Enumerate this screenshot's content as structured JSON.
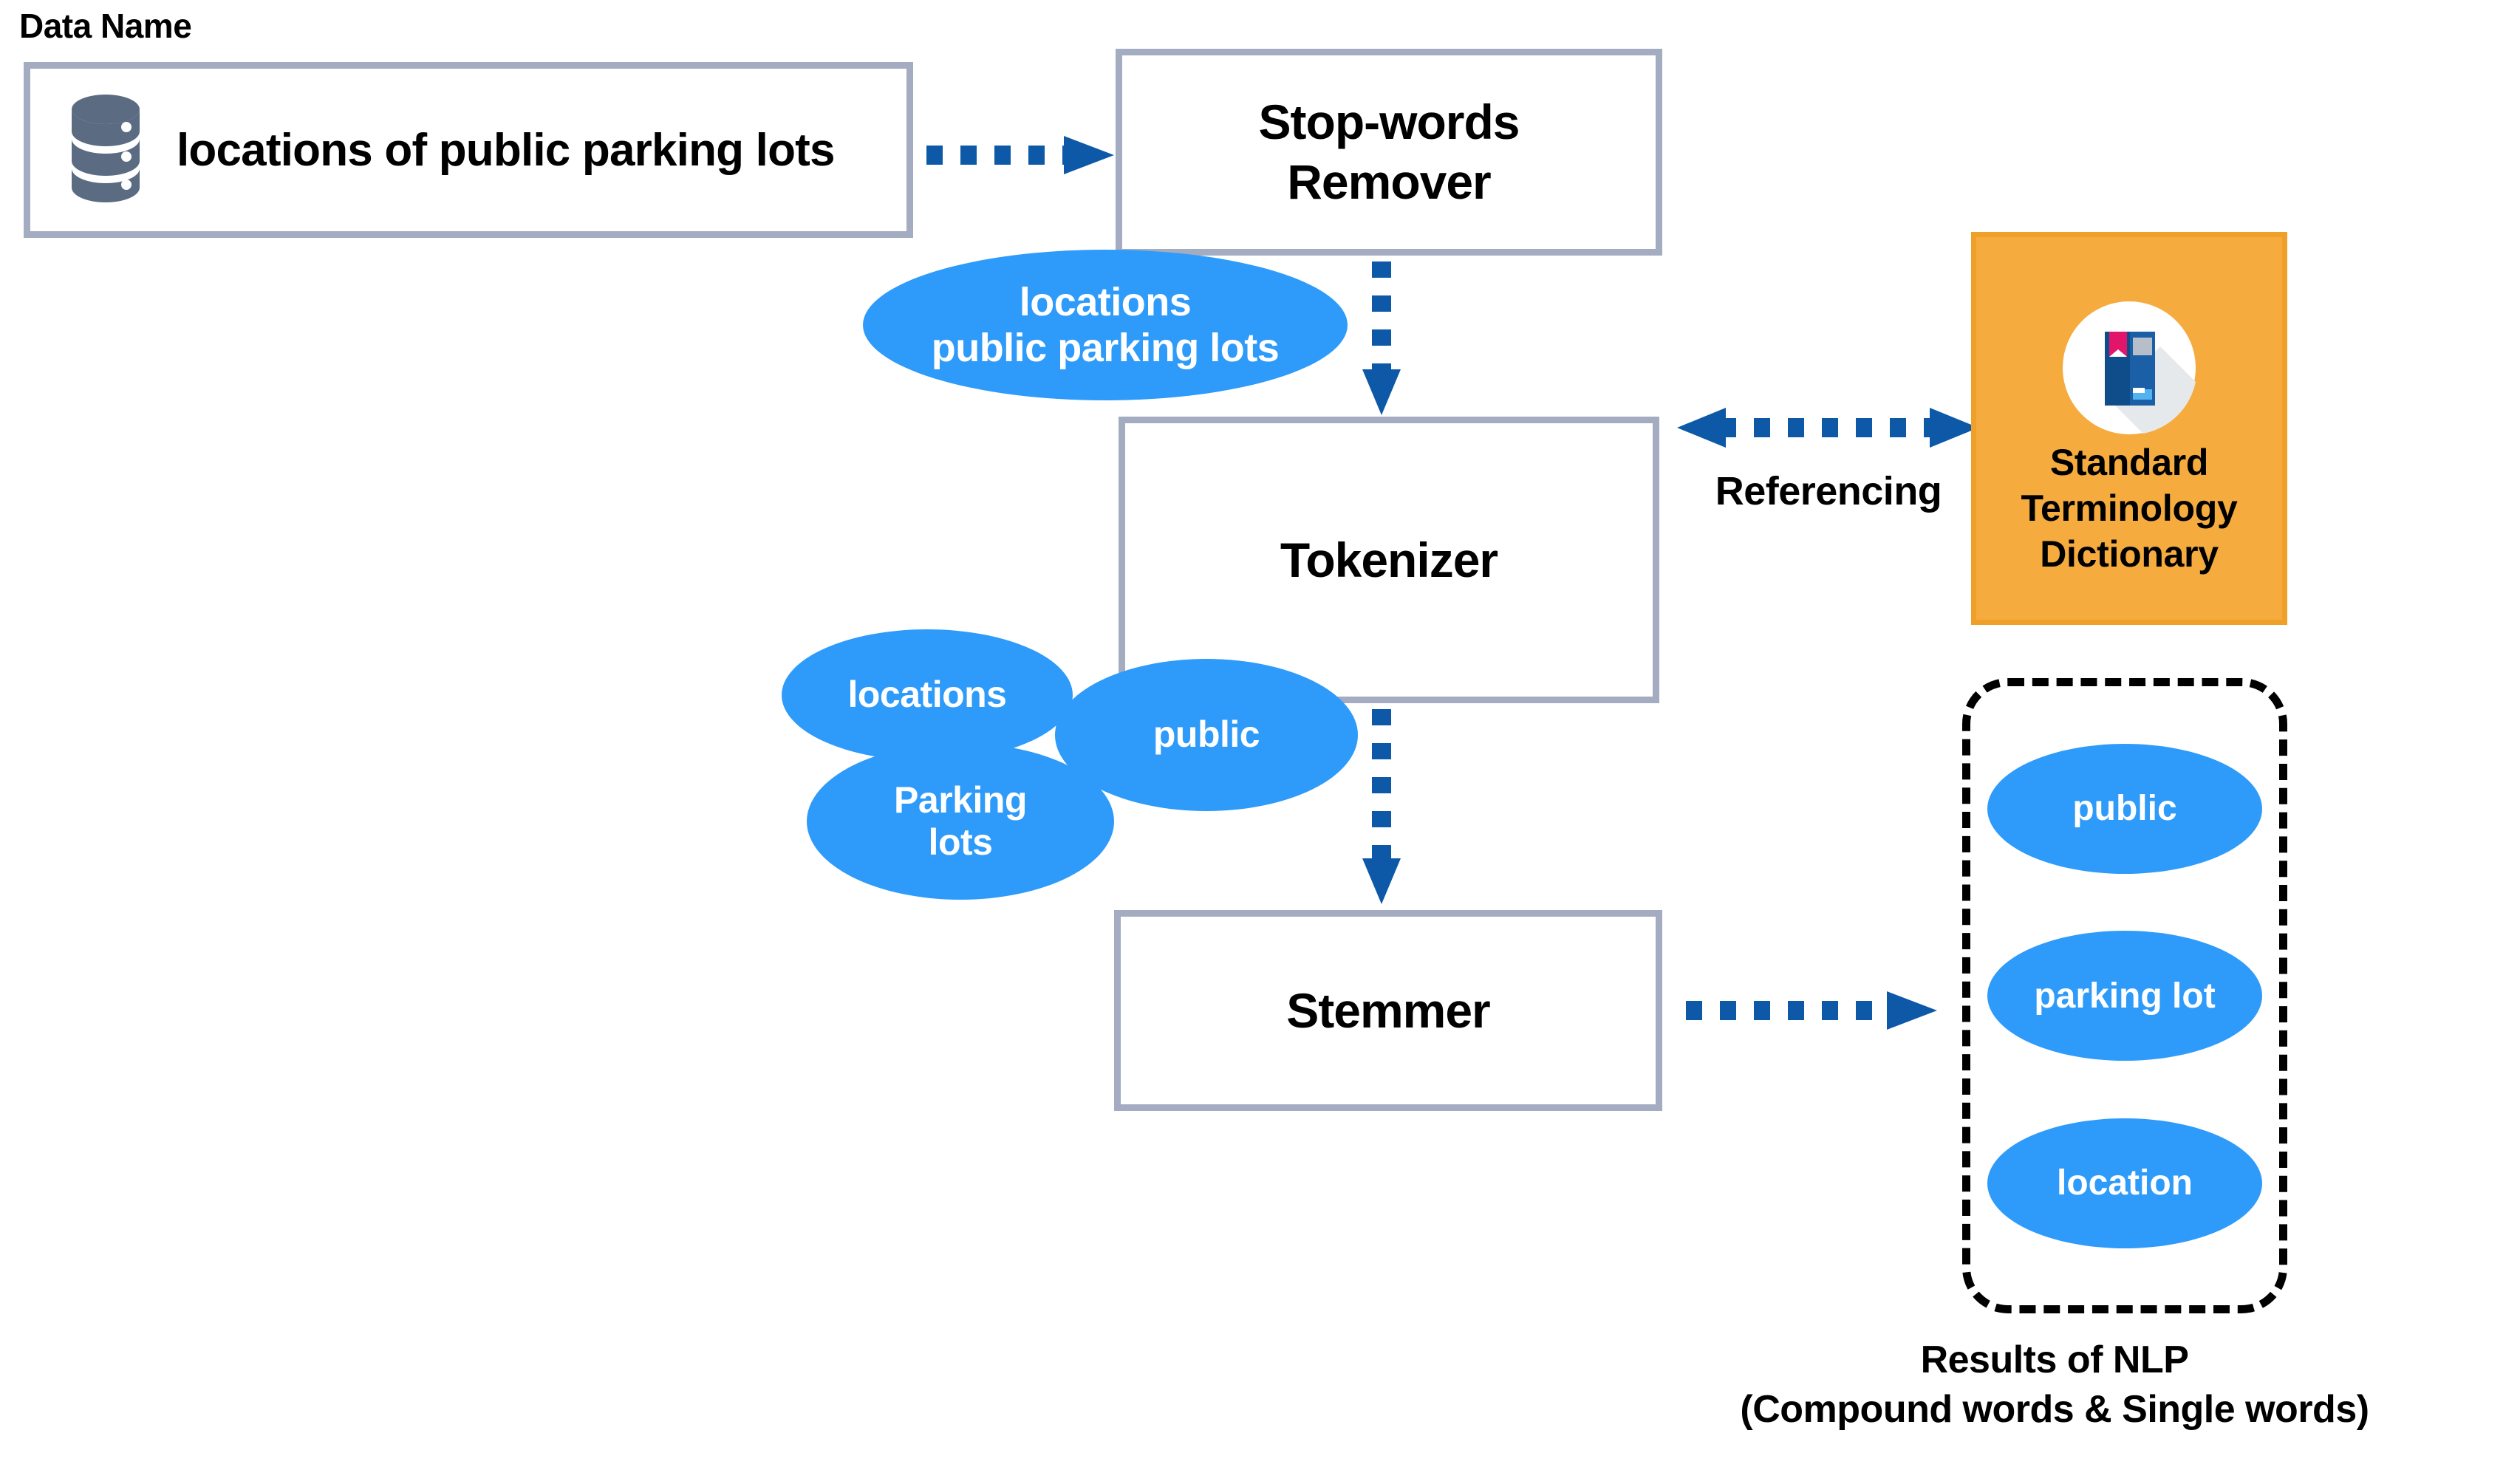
{
  "diagram": {
    "section_label": "Data Name",
    "data_source": {
      "icon": "database-icon",
      "label": "locations of public parking lots"
    },
    "pipeline": [
      {
        "id": "stopwords",
        "label": "Stop-words\nRemover",
        "line1": "Stop-words",
        "line2": "Remover"
      },
      {
        "id": "tokenizer",
        "label": "Tokenizer",
        "line1": "Tokenizer",
        "line2": ""
      },
      {
        "id": "stemmer",
        "label": "Stemmer",
        "line1": "Stemmer",
        "line2": ""
      }
    ],
    "intermediate_bubbles": {
      "after_stopwords": {
        "line1": "locations",
        "line2": "public parking lots"
      },
      "after_tokenizer": [
        {
          "id": "locations",
          "line1": "locations",
          "line2": ""
        },
        {
          "id": "public",
          "line1": "public",
          "line2": ""
        },
        {
          "id": "parking",
          "line1": "Parking",
          "line2": "lots"
        }
      ]
    },
    "dictionary": {
      "icon": "dictionary-book-icon",
      "line1": "Standard",
      "line2": "Terminology",
      "line3": "Dictionary"
    },
    "referencing_label": "Referencing",
    "results": {
      "items": [
        {
          "label": "public"
        },
        {
          "label": "parking lot"
        },
        {
          "label": "location"
        }
      ],
      "caption_line1": "Results of NLP",
      "caption_line2": "(Compound words & Single words)"
    },
    "arrows": [
      {
        "id": "data-to-stopwords",
        "style": "dotted",
        "direction": "right"
      },
      {
        "id": "stopwords-to-tokenizer",
        "style": "dotted",
        "direction": "down"
      },
      {
        "id": "tokenizer-to-stemmer",
        "style": "dotted",
        "direction": "down"
      },
      {
        "id": "stemmer-to-results",
        "style": "dotted",
        "direction": "right"
      },
      {
        "id": "tokenizer-to-dictionary",
        "style": "dotted",
        "direction": "both"
      }
    ],
    "colors": {
      "bubble_blue": "#2E9BFA",
      "arrow_blue": "#0D59A8",
      "box_border": "#A3ACC0",
      "dictionary_orange": "#F5AB3D",
      "dictionary_border": "#EFA028",
      "db_icon_gray": "#5A6B82",
      "results_border": "#000000",
      "text_black": "#000000"
    }
  }
}
